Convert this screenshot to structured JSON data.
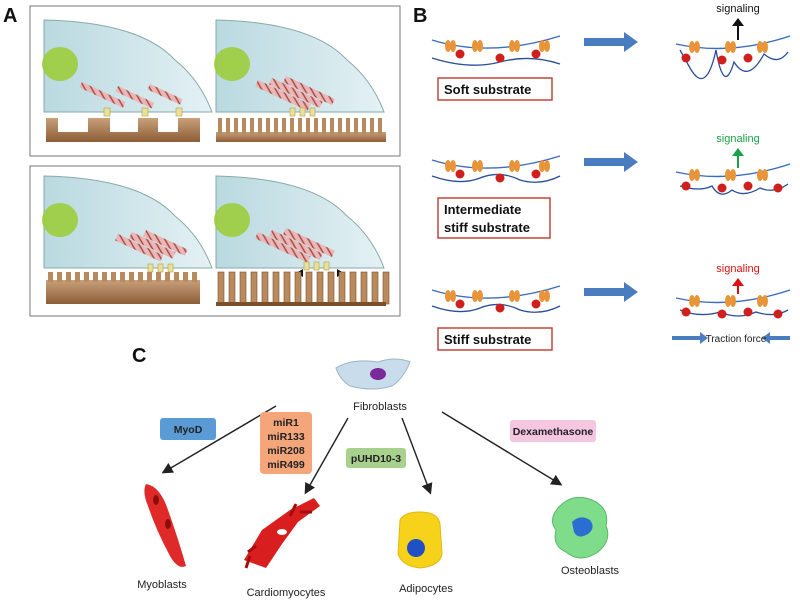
{
  "panels": {
    "a": "A",
    "b": "B",
    "c": "C"
  },
  "panel_b": {
    "rows": [
      {
        "substrate_lines": [
          "Soft substrate"
        ],
        "signaling": "signaling",
        "signal_color": "#111111"
      },
      {
        "substrate_lines": [
          "Intermediate",
          "stiff substrate"
        ],
        "signaling": "signaling",
        "signal_color": "#1aa24a"
      },
      {
        "substrate_lines": [
          "Stiff substrate"
        ],
        "signaling": "signaling",
        "signal_color": "#e01010"
      }
    ],
    "traction_force": "Traction force"
  },
  "panel_c": {
    "source": "Fibroblasts",
    "targets": {
      "myoblasts": "Myoblasts",
      "cardiomyocytes": "Cardiomyocytes",
      "adipocytes": "Adipocytes",
      "osteoblasts": "Osteoblasts"
    },
    "factors": {
      "myod": "MyoD",
      "mirnas": [
        "miR1",
        "miR133",
        "miR208",
        "miR499"
      ],
      "puhd": "pUHD10-3",
      "dexamethasone": "Dexamethasone"
    }
  },
  "colors": {
    "arrow_blue": "#4a7cc0",
    "box_red": "#c0392b",
    "myod_badge": "#5b9bd5",
    "mirna_badge": "#f4a57a",
    "puhd_badge": "#a9d18e",
    "dexa_badge": "#f4c6e0",
    "integrin": "#e8953a",
    "receptor_dot": "#d0201e"
  }
}
